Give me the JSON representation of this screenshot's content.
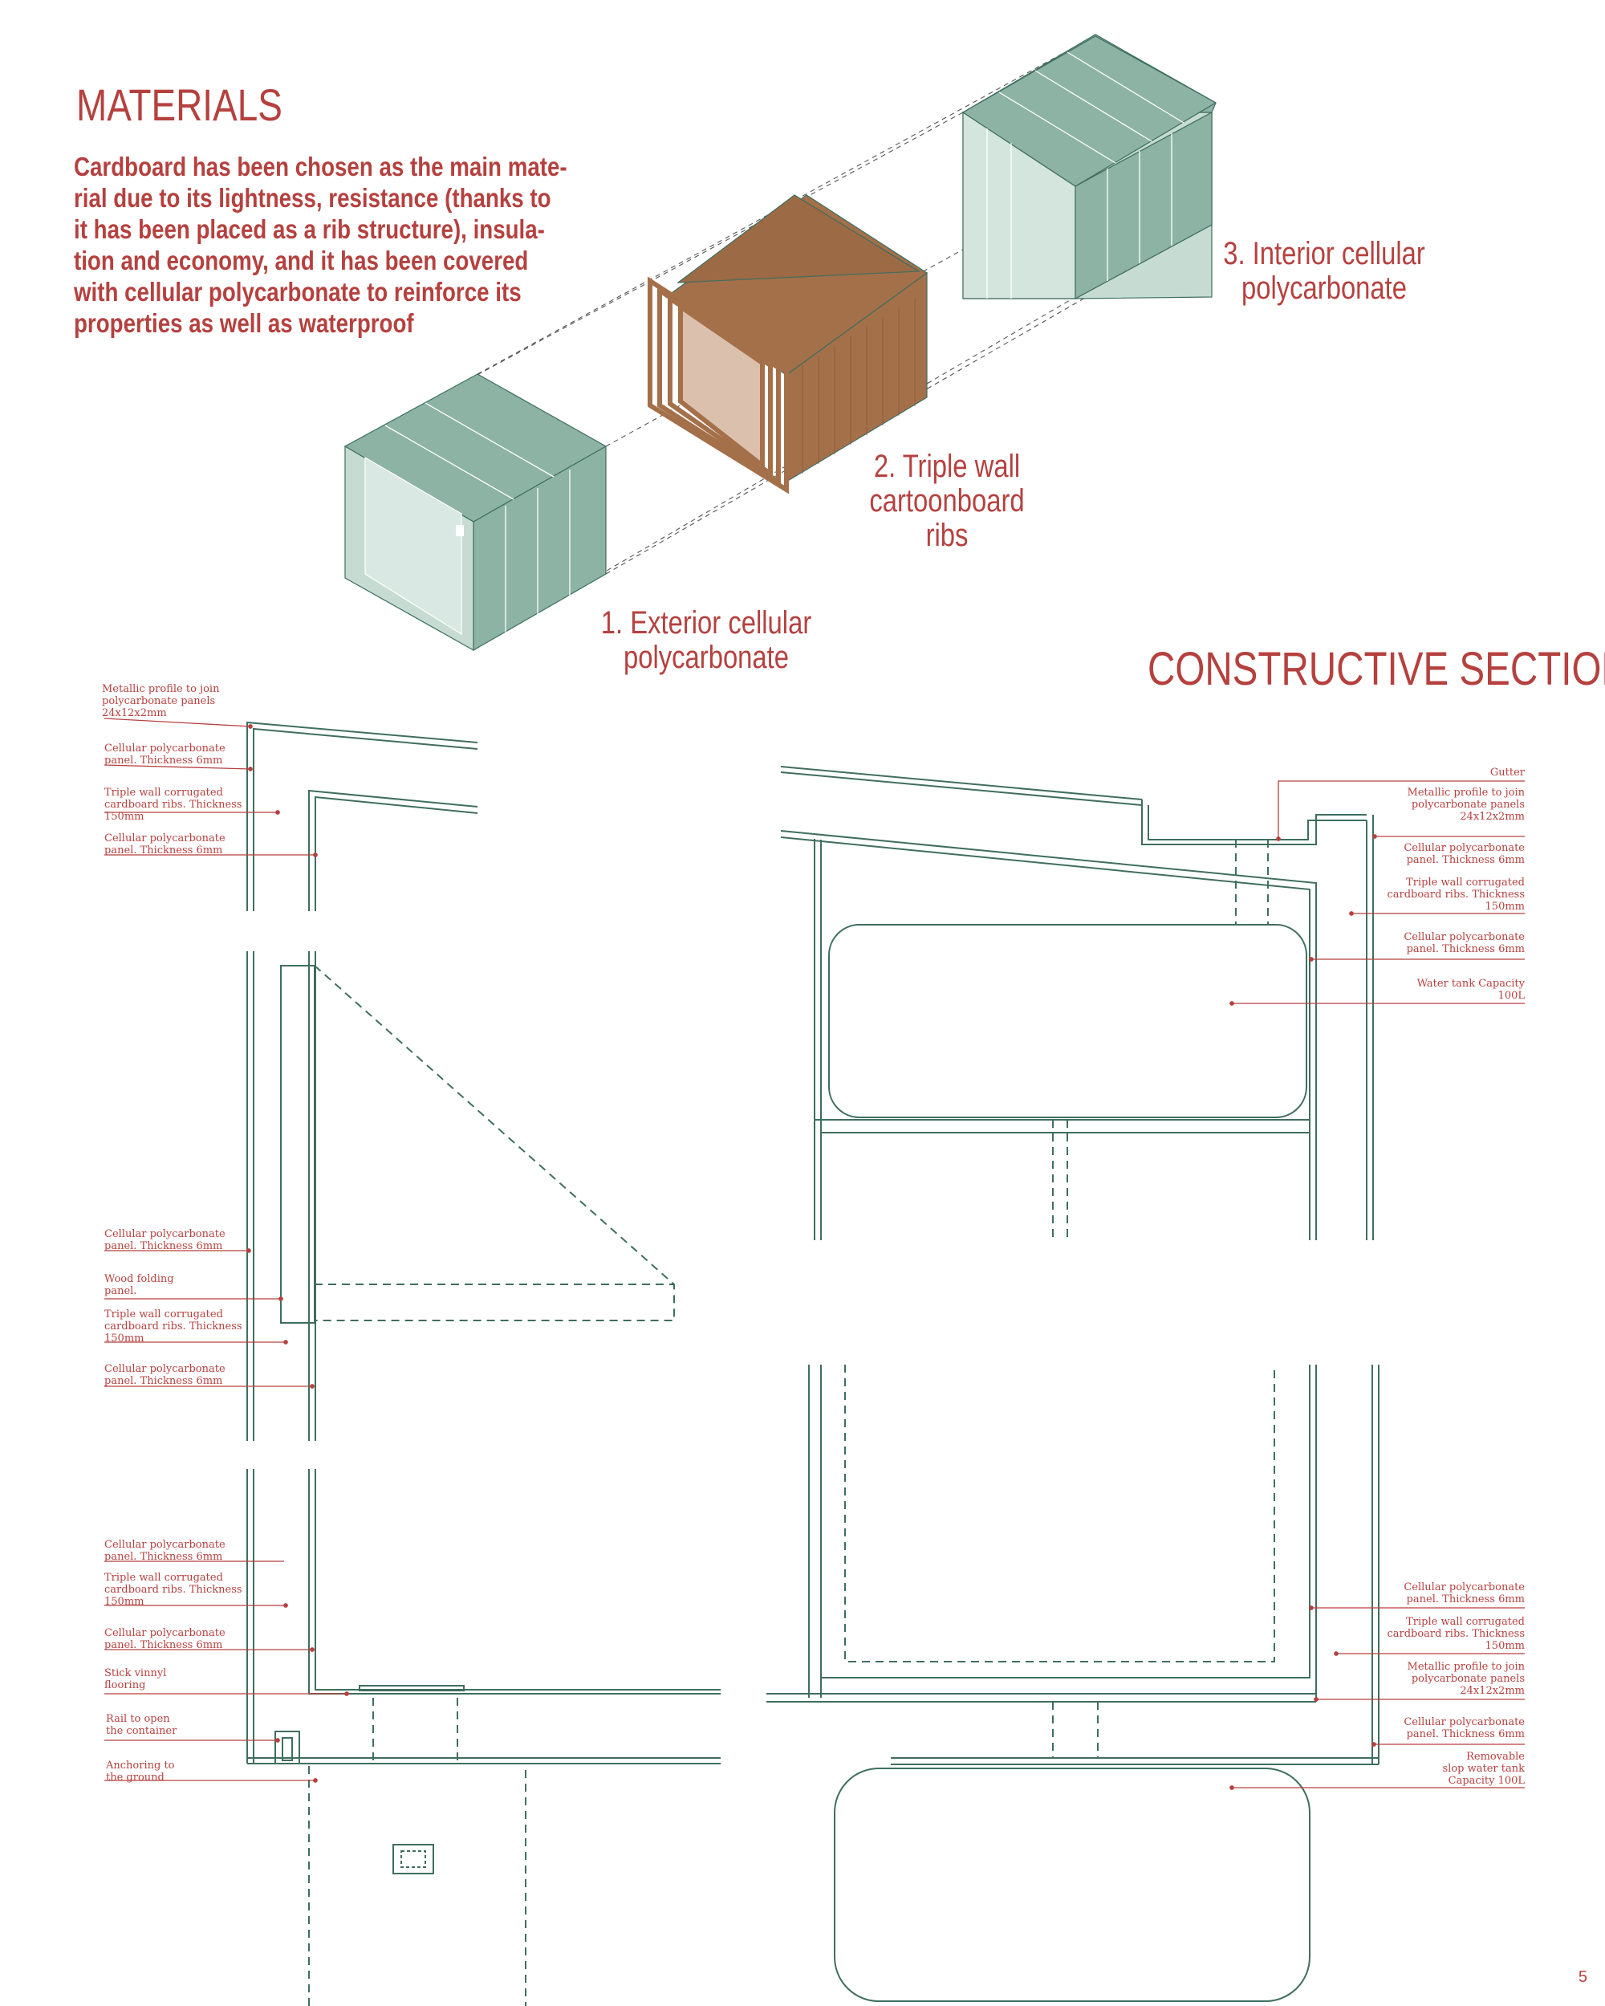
{
  "headings": {
    "materials": "MATERIALS",
    "constructive_section": "CONSTRUCTIVE SECTION"
  },
  "intro_lines": [
    "Cardboard has been chosen as the main mate-",
    "rial due to its lightness, resistance (thanks to",
    "it has been placed as a rib structure), insula-",
    "tion and economy, and it has been covered",
    "with cellular polycarbonate to reinforce its",
    "properties as well as waterproof"
  ],
  "layers": [
    {
      "lines": [
        "1. Exterior cellular",
        "polycarbonate"
      ]
    },
    {
      "lines": [
        "2. Triple wall",
        "cartoonboard",
        "ribs"
      ]
    },
    {
      "lines": [
        "3. Interior cellular",
        "polycarbonate"
      ]
    }
  ],
  "left_annotations": [
    {
      "lines": [
        "Metallic profile to join",
        "polycarbonate panels",
        "24x12x2mm"
      ]
    },
    {
      "lines": [
        "Cellular polycarbonate",
        "panel. Thickness 6mm"
      ]
    },
    {
      "lines": [
        "Triple wall corrugated",
        "cardboard ribs. Thickness",
        "150mm"
      ]
    },
    {
      "lines": [
        "Cellular polycarbonate",
        "panel. Thickness 6mm"
      ]
    },
    {
      "lines": [
        "Cellular polycarbonate",
        "panel. Thickness 6mm"
      ]
    },
    {
      "lines": [
        "Wood folding",
        "panel."
      ]
    },
    {
      "lines": [
        "Triple wall corrugated",
        "cardboard ribs. Thickness",
        "150mm"
      ]
    },
    {
      "lines": [
        "Cellular polycarbonate",
        "panel. Thickness 6mm"
      ]
    },
    {
      "lines": [
        "Cellular polycarbonate",
        "panel. Thickness 6mm"
      ]
    },
    {
      "lines": [
        "Triple wall corrugated",
        "cardboard ribs. Thickness",
        "150mm"
      ]
    },
    {
      "lines": [
        "Cellular polycarbonate",
        "panel. Thickness 6mm"
      ]
    },
    {
      "lines": [
        "Stick vinnyl",
        "flooring"
      ]
    },
    {
      "lines": [
        "Rail to open",
        "the container"
      ]
    },
    {
      "lines": [
        "Anchoring to",
        "the ground"
      ]
    }
  ],
  "right_annotations": [
    {
      "lines": [
        "Gutter"
      ]
    },
    {
      "lines": [
        "Metallic profile to join",
        "polycarbonate panels",
        "24x12x2mm"
      ]
    },
    {
      "lines": [
        "Cellular polycarbonate",
        "panel. Thickness 6mm"
      ]
    },
    {
      "lines": [
        "Triple wall corrugated",
        "cardboard ribs. Thickness",
        "150mm"
      ]
    },
    {
      "lines": [
        "Cellular polycarbonate",
        "panel. Thickness 6mm"
      ]
    },
    {
      "lines": [
        "Water tank Capacity",
        "100L"
      ]
    },
    {
      "lines": [
        "Cellular polycarbonate",
        "panel. Thickness 6mm"
      ]
    },
    {
      "lines": [
        "Triple wall corrugated",
        "cardboard ribs. Thickness",
        "150mm"
      ]
    },
    {
      "lines": [
        "Metallic profile to join",
        "polycarbonate panels",
        "24x12x2mm"
      ]
    },
    {
      "lines": [
        "Cellular polycarbonate",
        "panel. Thickness 6mm"
      ]
    },
    {
      "lines": [
        "Removable",
        "slop water tank",
        "Capacity 100L"
      ]
    }
  ],
  "page_number": "5",
  "colors": {
    "accent_red": "#b5413f",
    "polycarbonate_green": "#8db3a5",
    "cardboard_brown": "#a4704a",
    "line_green": "#3f6e5f"
  }
}
